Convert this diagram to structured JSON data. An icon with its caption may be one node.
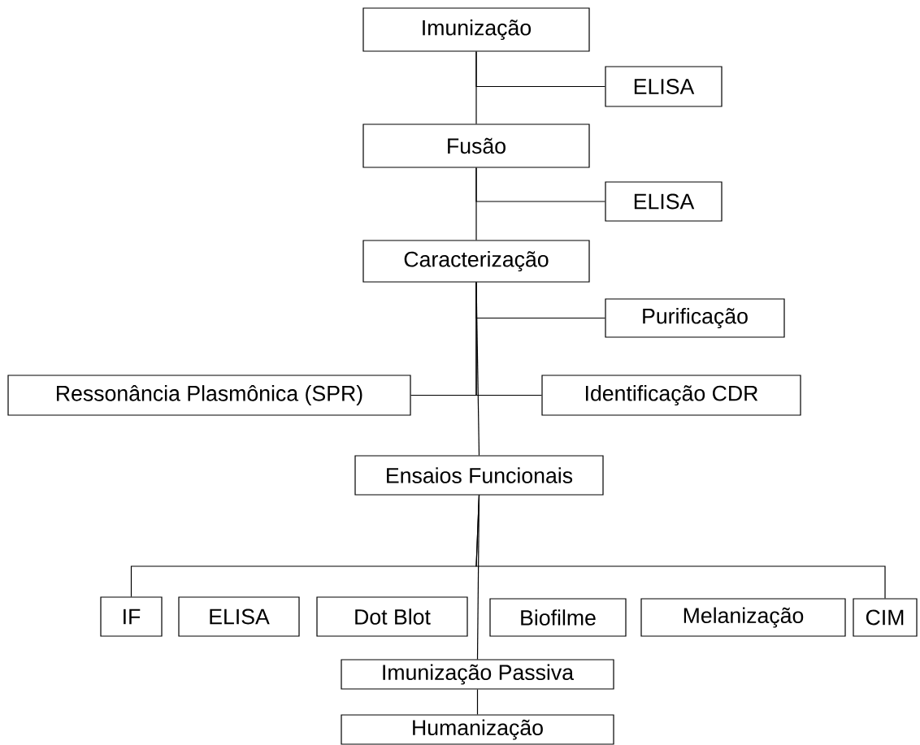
{
  "diagram": {
    "nodes": [
      {
        "text": [
          "Imunização"
        ]
      },
      {
        "text": [
          "ELISA"
        ]
      },
      {
        "text": [
          "Fusão"
        ]
      },
      {
        "text": [
          "ELISA"
        ]
      },
      {
        "text": [
          "Caracterização"
        ]
      },
      {
        "text": [
          "Purificação"
        ]
      },
      {
        "text": [
          "Ressonância Plasmônica (SPR)"
        ]
      },
      {
        "text": [
          "Identificação CDR"
        ]
      },
      {
        "text": [
          "Ensaios Funcionais"
        ]
      },
      {
        "text": [
          "IF"
        ]
      },
      {
        "text": [
          "ELISA"
        ]
      },
      {
        "text": [
          "Dot Blot"
        ]
      },
      {
        "text": [
          "Biofilme"
        ]
      },
      {
        "text": [
          "Melanização"
        ]
      },
      {
        "text": [
          "CIM"
        ]
      },
      {
        "text": [
          "Imunização Passiva"
        ]
      },
      {
        "text": [
          "Humanização"
        ]
      }
    ],
    "edges": [
      {
        "from": 0,
        "to": 2,
        "arrow": "none"
      },
      {
        "from": 0,
        "to": 1,
        "arrow": "none"
      },
      {
        "from": 2,
        "to": 4,
        "arrow": "none"
      },
      {
        "from": 2,
        "to": 3,
        "arrow": "none"
      },
      {
        "from": 4,
        "to": 5,
        "arrow": "none"
      },
      {
        "from": 4,
        "to": 6,
        "arrow": "none"
      },
      {
        "from": 4,
        "to": 7,
        "arrow": "none"
      },
      {
        "from": 4,
        "to": 8,
        "arrow": "none"
      },
      {
        "from": 8,
        "to": 9,
        "arrow": "none"
      },
      {
        "from": 8,
        "to": 14,
        "arrow": "none"
      },
      {
        "from": 8,
        "to": 15,
        "arrow": "none"
      },
      {
        "from": 15,
        "to": 16,
        "arrow": "none"
      }
    ]
  }
}
